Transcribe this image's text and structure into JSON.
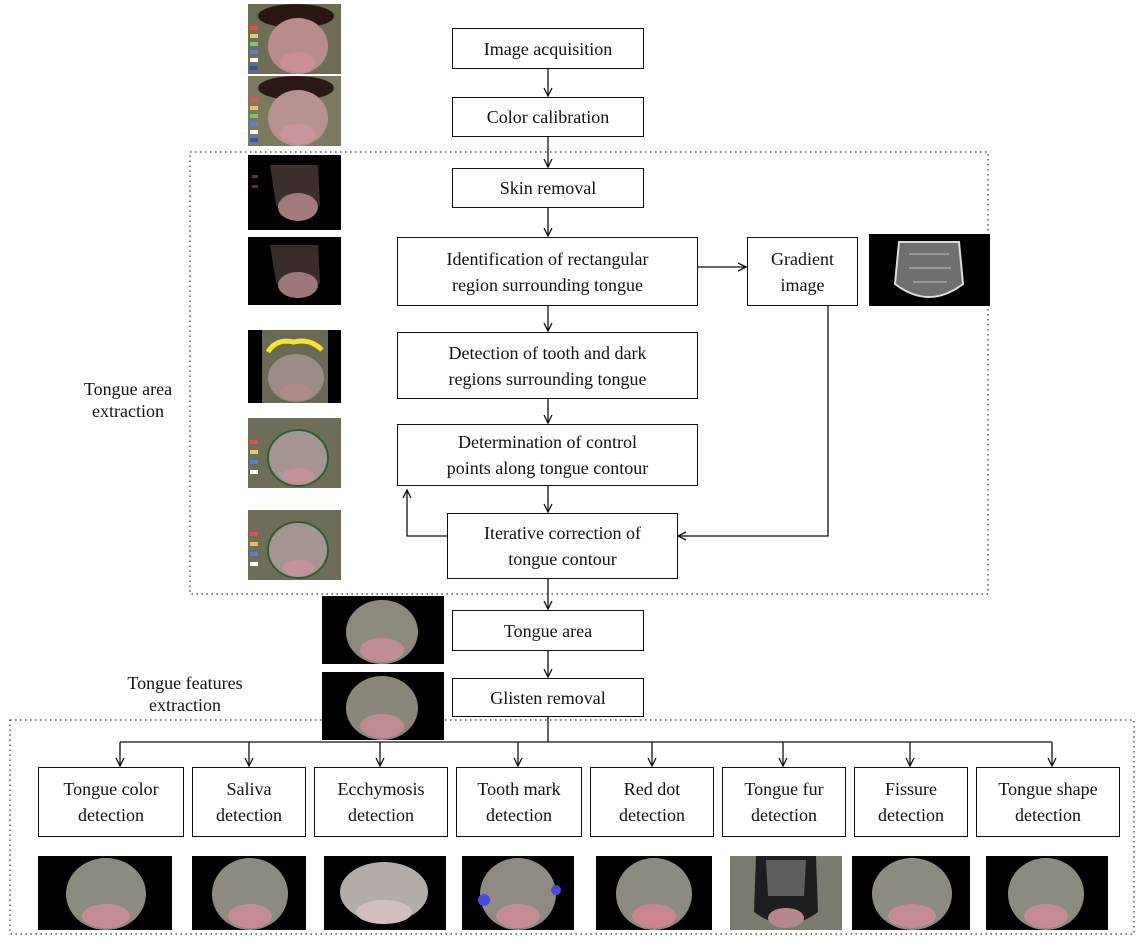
{
  "flow": {
    "image_acquisition": "Image acquisition",
    "color_calibration": "Color calibration",
    "skin_removal": "Skin removal",
    "rect_region_l1": "Identification of rectangular",
    "rect_region_l2": "region surrounding tongue",
    "gradient_l1": "Gradient",
    "gradient_l2": "image",
    "tooth_dark_l1": "Detection of tooth and dark",
    "tooth_dark_l2": "regions surrounding tongue",
    "control_points_l1": "Determination of control",
    "control_points_l2": "points along tongue contour",
    "iterative_l1": "Iterative correction of",
    "iterative_l2": "tongue contour",
    "tongue_area": "Tongue area",
    "glisten_removal": "Glisten removal"
  },
  "groups": {
    "area_extraction_l1": "Tongue area",
    "area_extraction_l2": "extraction",
    "features_extraction_l1": "Tongue features",
    "features_extraction_l2": "extraction"
  },
  "detections": [
    {
      "l1": "Tongue color",
      "l2": "detection"
    },
    {
      "l1": "Saliva",
      "l2": "detection"
    },
    {
      "l1": "Ecchymosis",
      "l2": "detection"
    },
    {
      "l1": "Tooth mark",
      "l2": "detection"
    },
    {
      "l1": "Red dot",
      "l2": "detection"
    },
    {
      "l1": "Tongue fur",
      "l2": "detection"
    },
    {
      "l1": "Fissure",
      "l2": "detection"
    },
    {
      "l1": "Tongue shape",
      "l2": "detection"
    }
  ]
}
